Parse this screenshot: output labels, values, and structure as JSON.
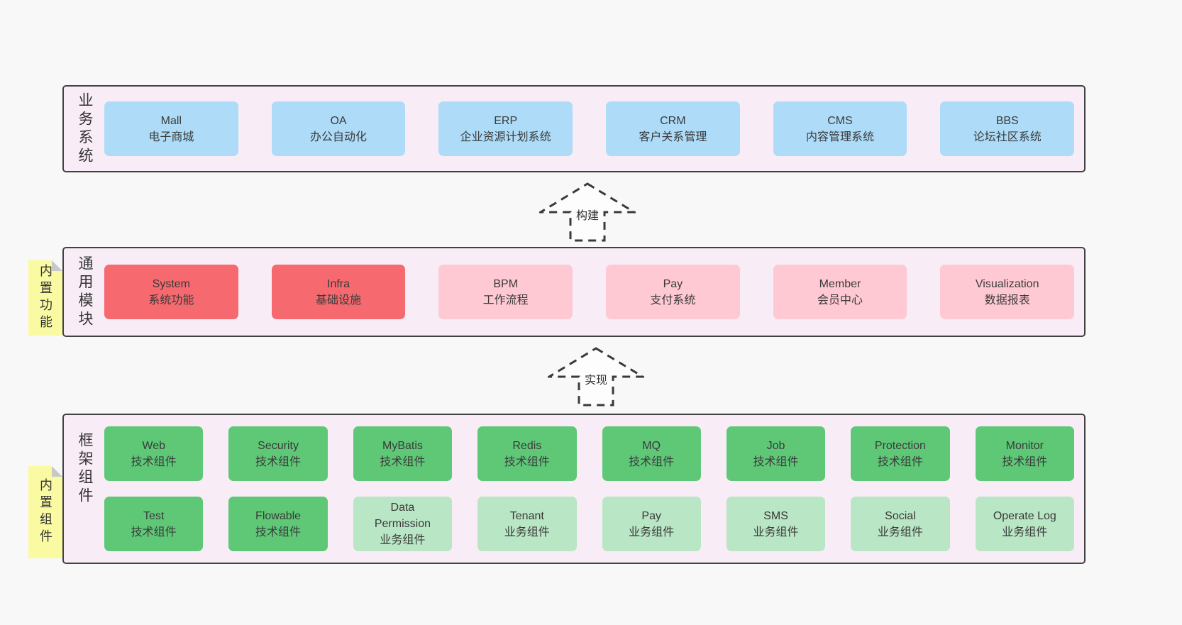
{
  "diagram": {
    "colors": {
      "page_bg": "#f8f8f8",
      "section_bg": "#f8edf6",
      "section_border": "#424242",
      "blue": "#aedcf8",
      "red": "#f5696f",
      "pink": "#fec9d2",
      "green": "#5ec877",
      "light_green": "#b9e6c4",
      "note_yellow": "#fafaa2",
      "note_fold": "#c8c8c8",
      "text": "#3a3a3a"
    },
    "arrows": [
      {
        "label": "构建"
      },
      {
        "label": "实现"
      }
    ],
    "sections": [
      {
        "side_label": "业务系统",
        "note": null,
        "rows": [
          [
            {
              "name": "Mall",
              "desc": "电子商城",
              "variant": "blue"
            },
            {
              "name": "OA",
              "desc": "办公自动化",
              "variant": "blue"
            },
            {
              "name": "ERP",
              "desc": "企业资源计划系统",
              "variant": "blue"
            },
            {
              "name": "CRM",
              "desc": "客户关系管理",
              "variant": "blue"
            },
            {
              "name": "CMS",
              "desc": "内容管理系统",
              "variant": "blue"
            },
            {
              "name": "BBS",
              "desc": "论坛社区系统",
              "variant": "blue"
            }
          ]
        ]
      },
      {
        "side_label": "通用模块",
        "note": "内置功能",
        "rows": [
          [
            {
              "name": "System",
              "desc": "系统功能",
              "variant": "red"
            },
            {
              "name": "Infra",
              "desc": "基础设施",
              "variant": "red"
            },
            {
              "name": "BPM",
              "desc": "工作流程",
              "variant": "pink"
            },
            {
              "name": "Pay",
              "desc": "支付系统",
              "variant": "pink"
            },
            {
              "name": "Member",
              "desc": "会员中心",
              "variant": "pink"
            },
            {
              "name": "Visualization",
              "desc": "数据报表",
              "variant": "pink"
            }
          ]
        ]
      },
      {
        "side_label": "框架组件",
        "note": "内置组件",
        "rows": [
          [
            {
              "name": "Web",
              "desc": "技术组件",
              "variant": "green"
            },
            {
              "name": "Security",
              "desc": "技术组件",
              "variant": "green"
            },
            {
              "name": "MyBatis",
              "desc": "技术组件",
              "variant": "green"
            },
            {
              "name": "Redis",
              "desc": "技术组件",
              "variant": "green"
            },
            {
              "name": "MQ",
              "desc": "技术组件",
              "variant": "green"
            },
            {
              "name": "Job",
              "desc": "技术组件",
              "variant": "green"
            },
            {
              "name": "Protection",
              "desc": "技术组件",
              "variant": "green"
            },
            {
              "name": "Monitor",
              "desc": "技术组件",
              "variant": "green"
            }
          ],
          [
            {
              "name": "Test",
              "desc": "技术组件",
              "variant": "green"
            },
            {
              "name": "Flowable",
              "desc": "技术组件",
              "variant": "green"
            },
            {
              "name": "Data\nPermission",
              "desc": "业务组件",
              "variant": "light-green"
            },
            {
              "name": "Tenant",
              "desc": "业务组件",
              "variant": "light-green"
            },
            {
              "name": "Pay",
              "desc": "业务组件",
              "variant": "light-green"
            },
            {
              "name": "SMS",
              "desc": "业务组件",
              "variant": "light-green"
            },
            {
              "name": "Social",
              "desc": "业务组件",
              "variant": "light-green"
            },
            {
              "name": "Operate Log",
              "desc": "业务组件",
              "variant": "light-green"
            }
          ]
        ]
      }
    ]
  }
}
